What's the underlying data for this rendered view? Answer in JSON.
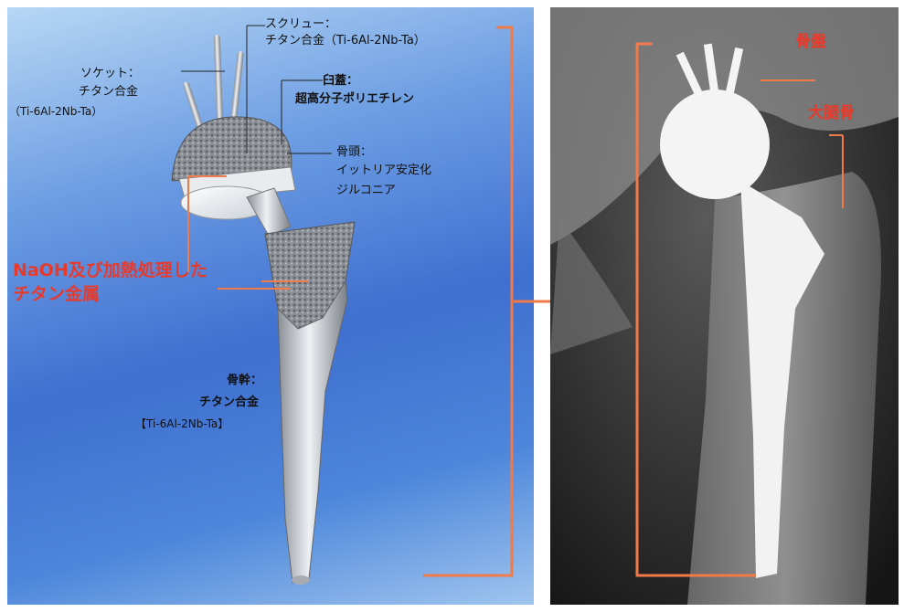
{
  "labels": {
    "screw_title": "スクリュー：",
    "screw_material": "チタン合金（Ti-6Al-2Nb-Ta）",
    "socket_title": "ソケット：",
    "socket_material": "チタン合金",
    "socket_spec": "（Ti-6Al-2Nb-Ta）",
    "liner_title": "臼蓋：",
    "liner_material": "超高分子ポリエチレン",
    "head_title": "骨頭：",
    "head_material_1": "イットリア安定化",
    "head_material_2": "ジルコニア",
    "treatment_line1": "NaOH及び加熱処理した",
    "treatment_line2": "チタン金属",
    "stem_title": "骨幹：",
    "stem_material": "チタン合金",
    "stem_spec": "【Ti-6Al-2Nb-Ta】",
    "xray_label_1": "骨盤",
    "xray_label_2": "大腿骨"
  },
  "colors": {
    "accent": "#f07a4a",
    "red_text": "#e83a2a",
    "background_blue": "#3f6fd0"
  }
}
